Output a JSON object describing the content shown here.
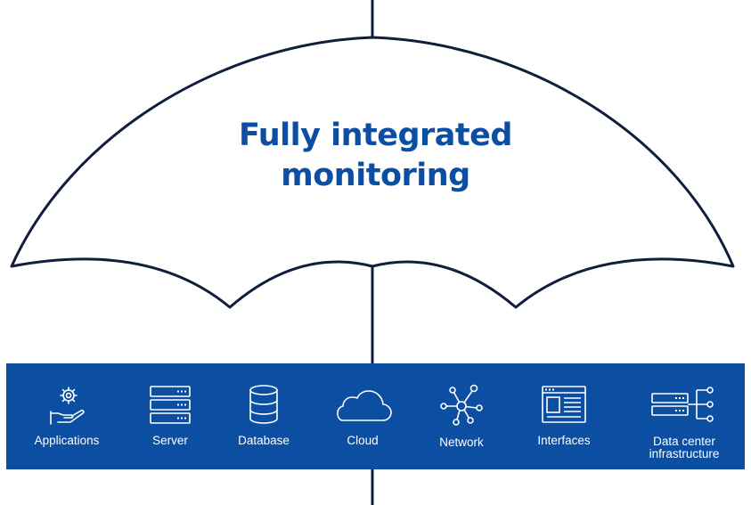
{
  "headline": {
    "line1": "Fully integrated",
    "line2": "monitoring"
  },
  "colors": {
    "brand": "#0b4ea2",
    "outline": "#0f1e3c",
    "icon": "#ffffff"
  },
  "items": [
    {
      "label": "Applications",
      "icon": "gear-hand-icon"
    },
    {
      "label": "Server",
      "icon": "server-icon"
    },
    {
      "label": "Database",
      "icon": "database-icon"
    },
    {
      "label": "Cloud",
      "icon": "cloud-icon"
    },
    {
      "label": "Network",
      "icon": "network-icon"
    },
    {
      "label": "Interfaces",
      "icon": "interfaces-icon"
    },
    {
      "label": "Data center infrastructure",
      "label_line1": "Data center",
      "label_line2": "infrastructure",
      "icon": "data-center-icon"
    }
  ]
}
